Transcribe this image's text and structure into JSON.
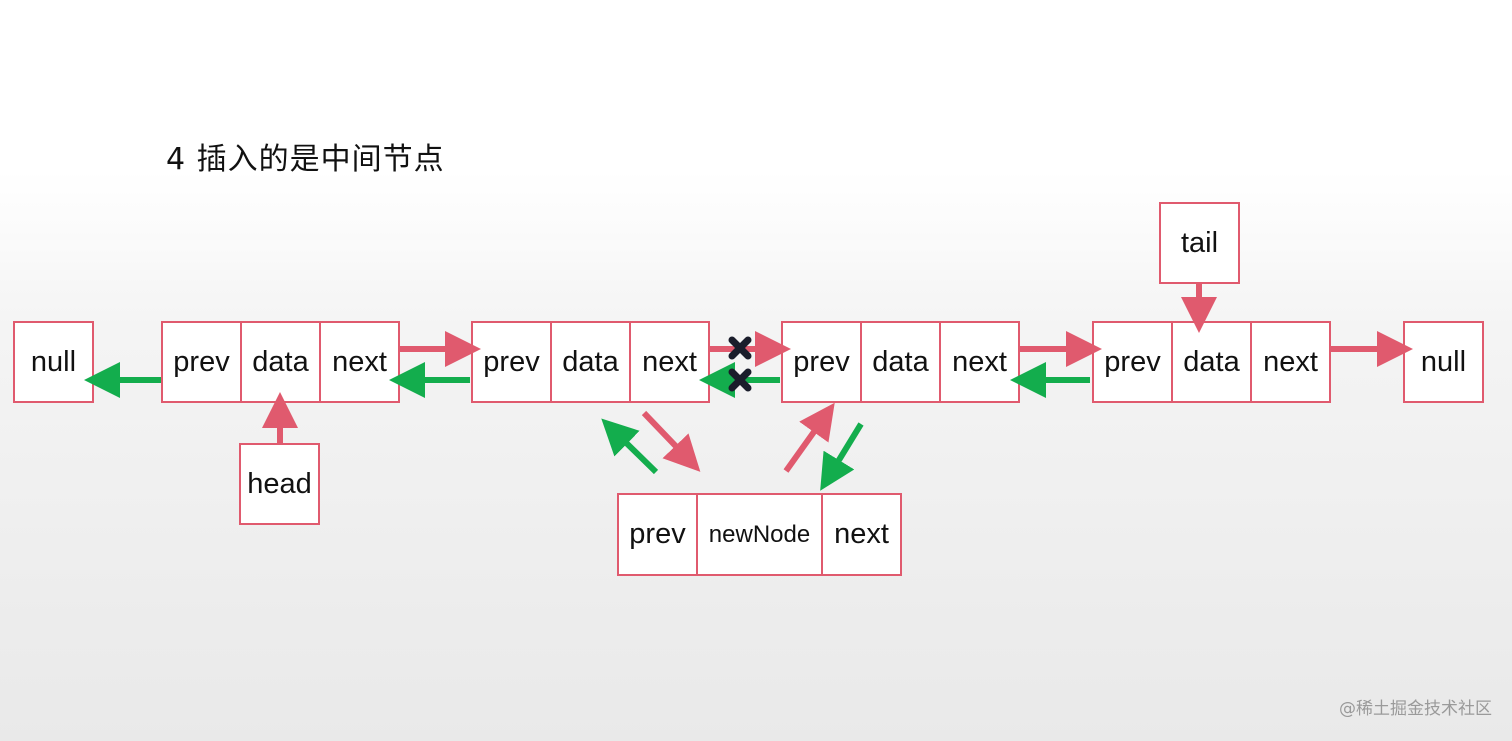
{
  "title": "4 插入的是中间节点",
  "null_label": "null",
  "nodes": [
    {
      "prev": "prev",
      "data": "data",
      "next": "next"
    },
    {
      "prev": "prev",
      "data": "data",
      "next": "next"
    },
    {
      "prev": "prev",
      "data": "data",
      "next": "next"
    },
    {
      "prev": "prev",
      "data": "data",
      "next": "next"
    }
  ],
  "new_node": {
    "prev": "prev",
    "data": "newNode",
    "next": "next"
  },
  "head_label": "head",
  "tail_label": "tail",
  "watermark": "@稀土掘金技术社区",
  "colors": {
    "border": "#e05a6e",
    "next_arrow": "#e05a6e",
    "prev_arrow": "#13ad4d",
    "cross": "#1a1d2b"
  }
}
